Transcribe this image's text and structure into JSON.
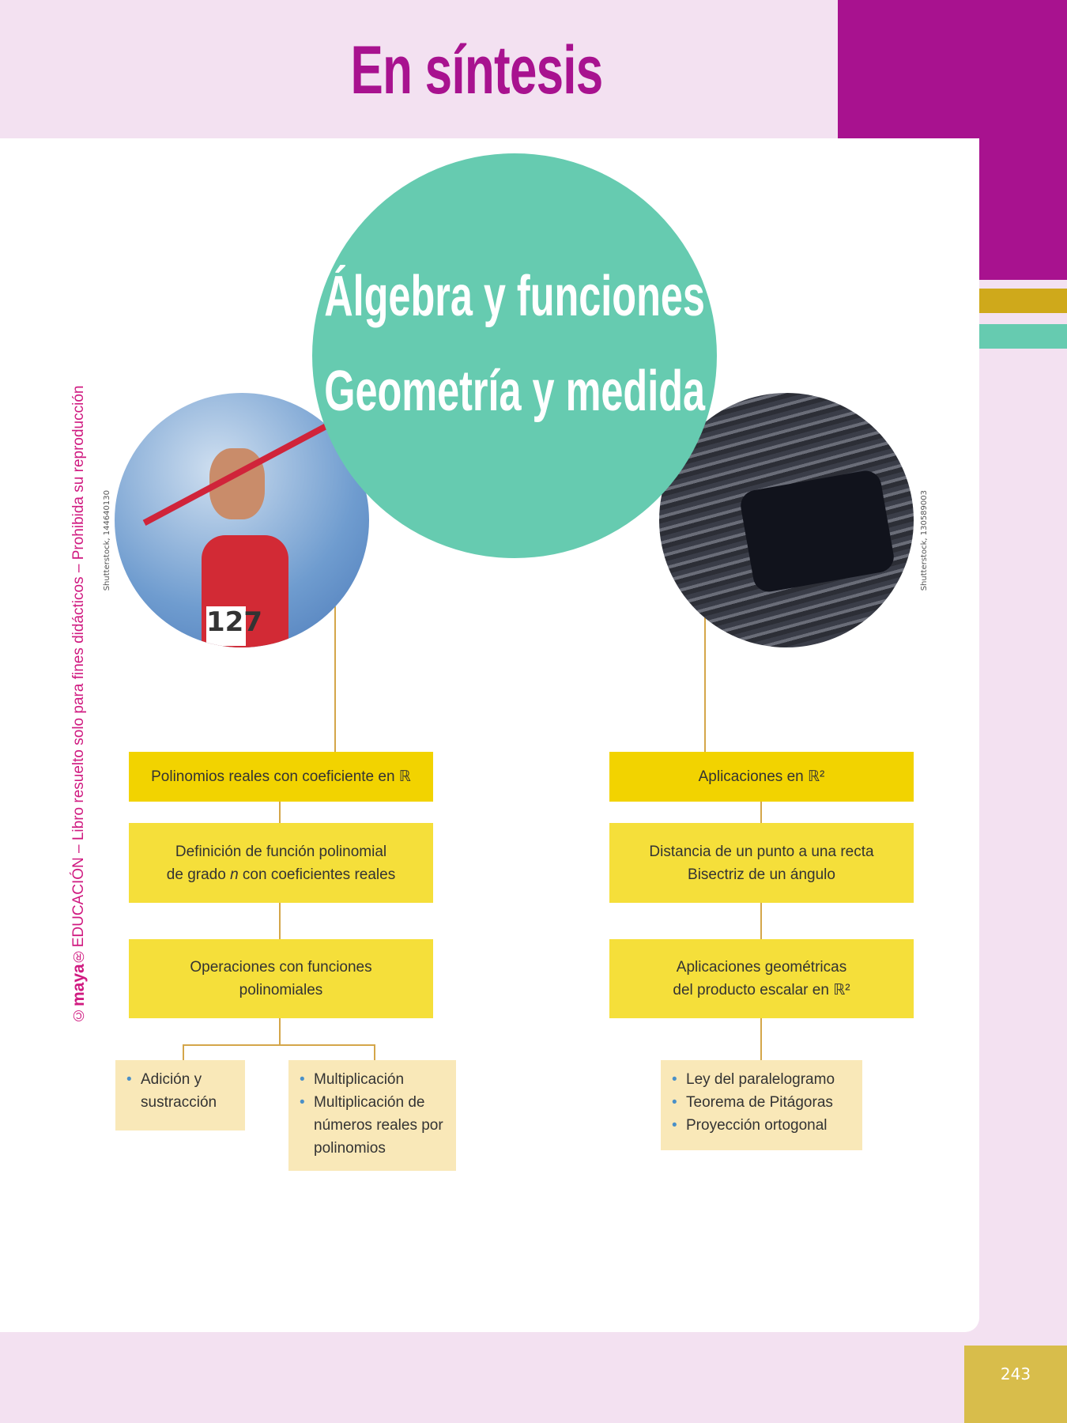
{
  "header": {
    "title": "En síntesis"
  },
  "center": {
    "line1": "Álgebra y funciones",
    "line2": "Geometría y medida"
  },
  "watermark": {
    "brand": "maya",
    "text": "©maya®EDUCACIÓN – Libro resuelto solo para fines didácticos – Prohibida su reproducción",
    "prefix": "©",
    "suffix": "®EDUCACIÓN – Libro resuelto solo para fines didácticos – Prohibida su reproducción"
  },
  "photos": {
    "left_credit": "Shutterstock, 144640130",
    "right_credit": "Shutterstock, 130589003",
    "bib_number": "127"
  },
  "left": {
    "head": "Polinomios reales con coeficiente en ℝ",
    "box2_l1": "Definición de función polinomial",
    "box2_l2a": "de grado ",
    "box2_n": "n",
    "box2_l2b": " con coeficientes reales",
    "box3_l1": "Operaciones con funciones",
    "box3_l2": "polinomiales",
    "sub_a": [
      "Adición y sustracción"
    ],
    "sub_b": [
      "Multiplicación",
      "Multiplicación de números reales por polinomios"
    ]
  },
  "right": {
    "head": "Aplicaciones en ℝ²",
    "box2_l1": "Distancia de un punto a una recta",
    "box2_l2": "Bisectriz de un ángulo",
    "box3_l1": "Aplicaciones geométricas",
    "box3_l2": "del producto escalar en ℝ²",
    "sub": [
      "Ley del paralelogramo",
      "Teorema de Pitágoras",
      "Proyección ortogonal"
    ]
  },
  "footer": {
    "page_number": "243"
  },
  "colors": {
    "magenta": "#a8128f",
    "teal": "#66cbb0",
    "gold": "#cfa91b",
    "yellow": "#f2d300"
  }
}
